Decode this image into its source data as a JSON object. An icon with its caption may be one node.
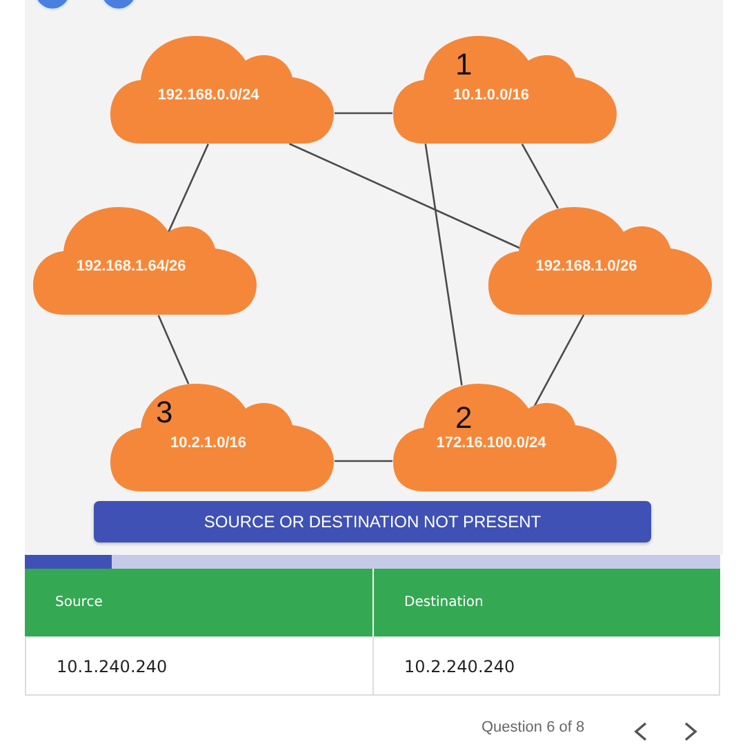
{
  "diagram": {
    "nodes": [
      {
        "text": [
          "192.168.0.0/24"
        ]
      },
      {
        "text": [
          "1",
          "10.1.0.0/16"
        ]
      },
      {
        "text": [
          "192.168.1.64/26"
        ]
      },
      {
        "text": [
          "192.168.1.0/26"
        ]
      },
      {
        "text": [
          "3",
          "10.2.1.0/16"
        ]
      },
      {
        "text": [
          "2",
          "172.16.100.0/24"
        ]
      }
    ],
    "edges": [
      {
        "from": 0,
        "to": 1,
        "arrow": "none"
      },
      {
        "from": 0,
        "to": 2,
        "arrow": "none"
      },
      {
        "from": 0,
        "to": 3,
        "arrow": "none"
      },
      {
        "from": 1,
        "to": 3,
        "arrow": "none"
      },
      {
        "from": 1,
        "to": 5,
        "arrow": "none"
      },
      {
        "from": 2,
        "to": 4,
        "arrow": "none"
      },
      {
        "from": 4,
        "to": 5,
        "arrow": "none"
      },
      {
        "from": 3,
        "to": 5,
        "arrow": "none"
      }
    ],
    "labels": [
      "SOURCE OR DESTINATION NOT PRESENT",
      "Source",
      "Destination",
      "10.1.240.240",
      "10.2.240.240",
      "Question 6 of 8"
    ]
  }
}
